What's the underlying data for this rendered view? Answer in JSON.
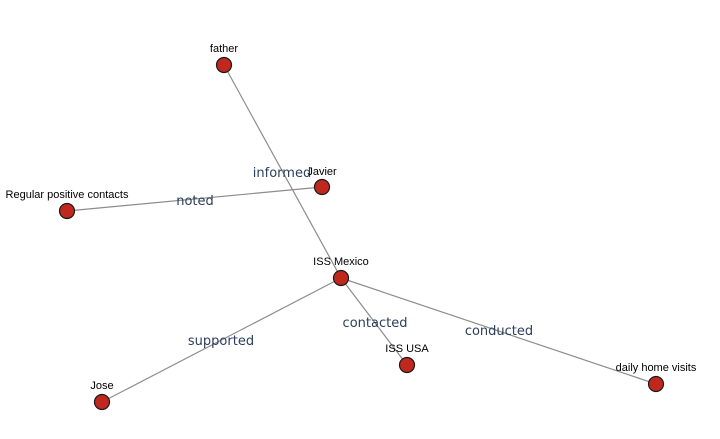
{
  "graph": {
    "colors": {
      "node_fill": "#c0281e",
      "edge_stroke": "#8c8c8c",
      "edge_label": "#2c3e5c"
    },
    "nodes": [
      {
        "id": "father",
        "label": "father"
      },
      {
        "id": "javier",
        "label": "Javier"
      },
      {
        "id": "regular",
        "label": "Regular positive contacts"
      },
      {
        "id": "iss_mexico",
        "label": "ISS Mexico"
      },
      {
        "id": "iss_usa",
        "label": "ISS USA"
      },
      {
        "id": "jose",
        "label": "Jose"
      },
      {
        "id": "home_visits",
        "label": "daily home visits"
      }
    ],
    "edges": [
      {
        "id": "informed",
        "source": "iss_mexico",
        "target": "father",
        "label": "informed"
      },
      {
        "id": "noted",
        "source": "javier",
        "target": "regular",
        "label": "noted"
      },
      {
        "id": "supported",
        "source": "iss_mexico",
        "target": "jose",
        "label": "supported"
      },
      {
        "id": "contacted",
        "source": "iss_mexico",
        "target": "iss_usa",
        "label": "contacted"
      },
      {
        "id": "conducted",
        "source": "iss_mexico",
        "target": "home_visits",
        "label": "conducted"
      }
    ]
  }
}
